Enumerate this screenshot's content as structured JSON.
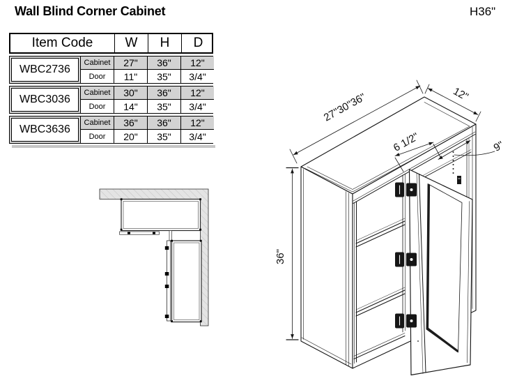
{
  "page": {
    "title": "Wall Blind Corner Cabinet",
    "height_label": "H36\""
  },
  "colors": {
    "table_cabinet_row_bg": "#d2d2d2",
    "table_border": "#000000",
    "wall_hatch_fill": "#e4e4e4",
    "line_color": "#161616"
  },
  "spec_table": {
    "header": {
      "item_code": "Item Code",
      "w": "W",
      "h": "H",
      "d": "D"
    },
    "row_labels": {
      "cabinet": "Cabinet",
      "door": "Door"
    },
    "groups": [
      {
        "code": "WBC2736",
        "cabinet": {
          "w": "27\"",
          "h": "36\"",
          "d": "12\""
        },
        "door": {
          "w": "11\"",
          "h": "35\"",
          "d": "3/4\""
        }
      },
      {
        "code": "WBC3036",
        "cabinet": {
          "w": "30\"",
          "h": "36\"",
          "d": "12\""
        },
        "door": {
          "w": "14\"",
          "h": "35\"",
          "d": "3/4\""
        }
      },
      {
        "code": "WBC3636",
        "cabinet": {
          "w": "36\"",
          "h": "36\"",
          "d": "12\""
        },
        "door": {
          "w": "20\"",
          "h": "35\"",
          "d": "3/4\""
        }
      }
    ]
  },
  "iso_view": {
    "dimensions": {
      "width": "27\"30\"36\"",
      "depth": "12\"",
      "door_offset": "6 1/2\"",
      "blind_depth": "9\"",
      "height": "36\""
    }
  }
}
